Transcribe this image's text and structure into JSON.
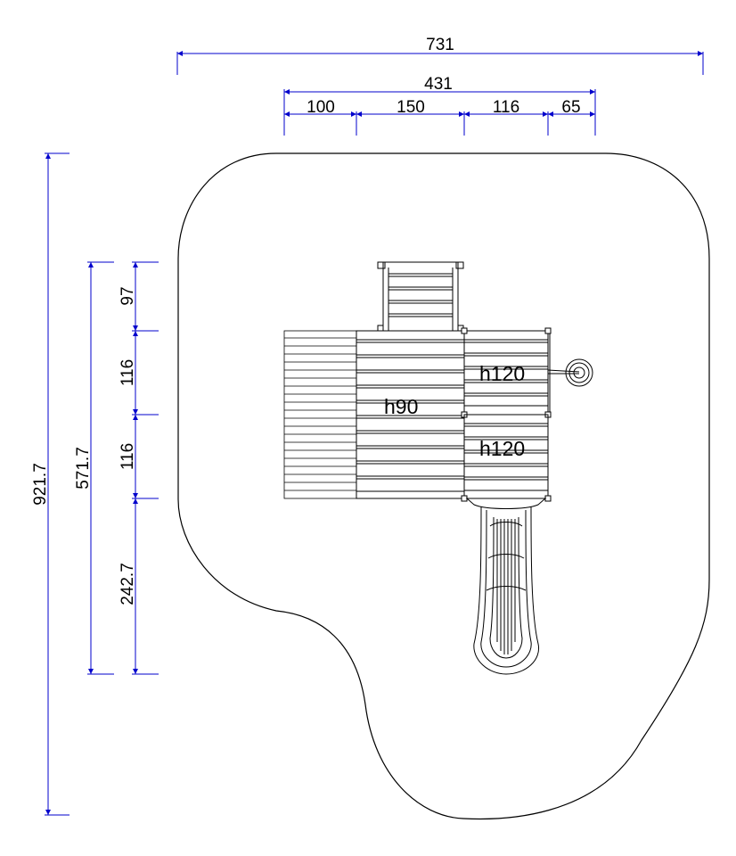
{
  "dimensions": {
    "horizontal": {
      "overall": "731",
      "structure": "431",
      "segments": [
        "100",
        "150",
        "116",
        "65"
      ]
    },
    "vertical": {
      "overall": "921.7",
      "structure": "571.7",
      "segments": [
        "97",
        "116",
        "116",
        "242.7"
      ]
    }
  },
  "platforms": {
    "upper_right": "h120",
    "center": "h90",
    "lower_right": "h120"
  },
  "colors": {
    "dimension_line": "#0000cc",
    "drawing_line": "#000000"
  }
}
